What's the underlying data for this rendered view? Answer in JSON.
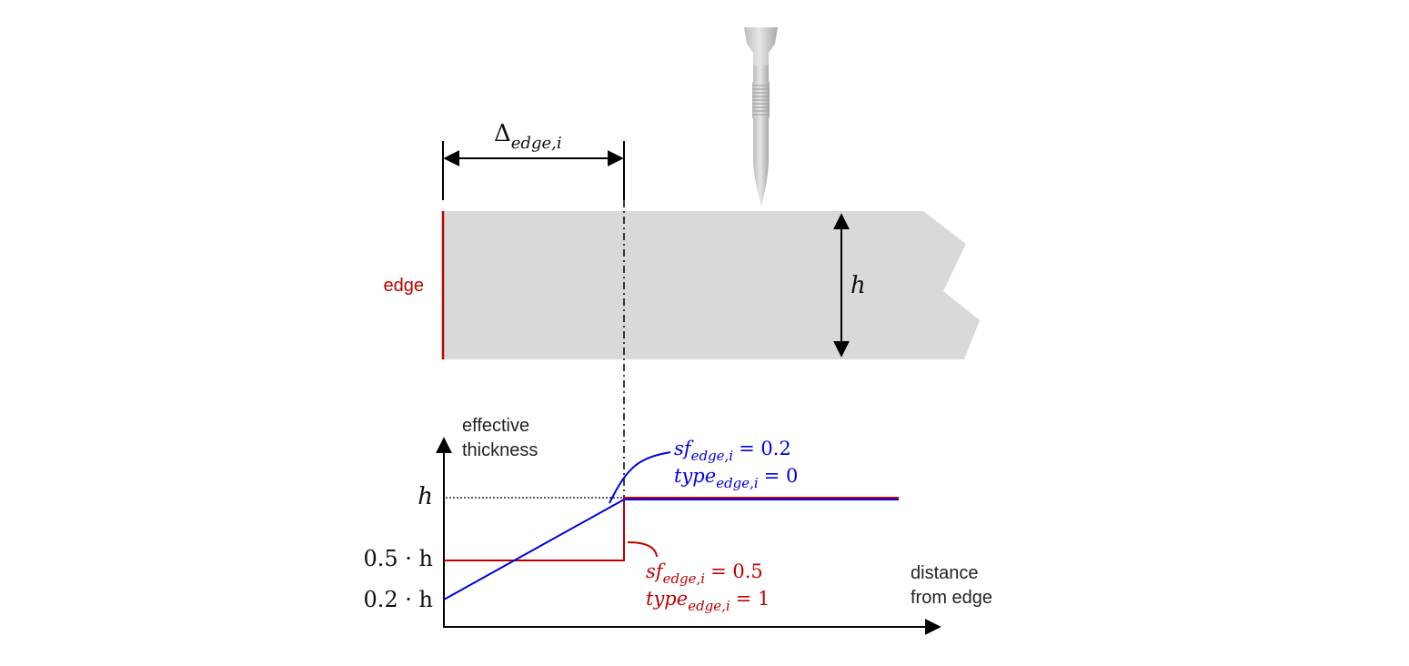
{
  "delta_label": {
    "symbol": "Δ",
    "subscript": "edge,i"
  },
  "edge_label": "edge",
  "thickness_label": "h",
  "y_axis_label": {
    "line1": "effective",
    "line2": "thickness"
  },
  "x_axis_label": {
    "line1": "distance",
    "line2": "from edge"
  },
  "y_ticks": {
    "h": "h",
    "half": "0.5 · h",
    "fifth": "0.2 · h"
  },
  "blue_annotation": {
    "sf_name": "sf",
    "sf_sub": "edge,i",
    "sf_value": "= 0.2",
    "type_name": "type",
    "type_sub": "edge,i",
    "type_value": "= 0"
  },
  "red_annotation": {
    "sf_name": "sf",
    "sf_sub": "edge,i",
    "sf_value": "= 0.5",
    "type_name": "type",
    "type_sub": "edge,i",
    "type_value": "= 1"
  },
  "colors": {
    "plate": "#d9d9d9",
    "edge_red": "#c00000",
    "blue": "#0000e0",
    "needle": "#c8c8c8",
    "axis": "#000000"
  }
}
